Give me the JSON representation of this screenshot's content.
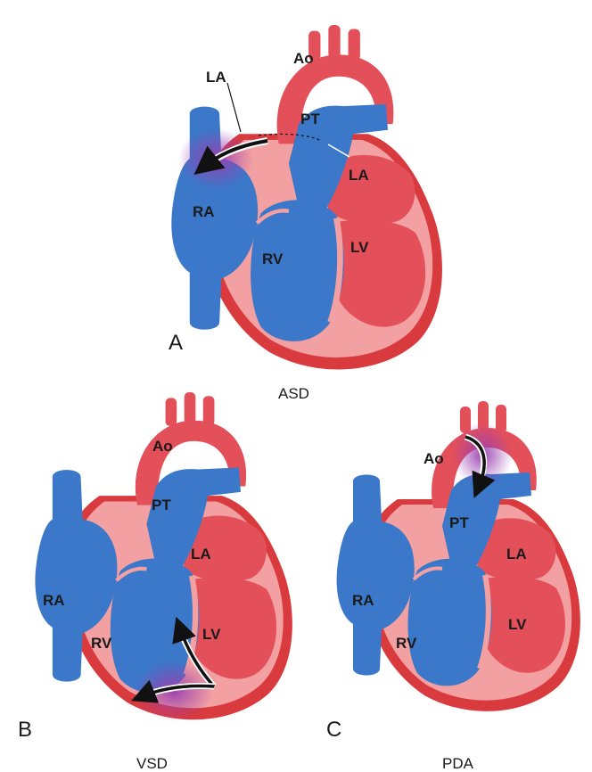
{
  "colors": {
    "oxygenated": "#e4505a",
    "oxygenated_light": "#f3a0a2",
    "deoxygenated": "#3b78c9",
    "mixing": "#9a3fb0",
    "pericardium": "#d83a3e"
  },
  "panels": [
    {
      "letter": "A",
      "caption": "ASD",
      "labels": {
        "ao": "Ao",
        "pt": "PT",
        "la": "LA",
        "la_top": "LA",
        "ra": "RA",
        "rv": "RV",
        "lv": "LV"
      }
    },
    {
      "letter": "B",
      "caption": "VSD",
      "labels": {
        "ao": "Ao",
        "pt": "PT",
        "la": "LA",
        "ra": "RA",
        "rv": "RV",
        "lv": "LV"
      }
    },
    {
      "letter": "C",
      "caption": "PDA",
      "labels": {
        "ao": "Ao",
        "pt": "PT",
        "la": "LA",
        "ra": "RA",
        "rv": "RV",
        "lv": "LV"
      }
    }
  ]
}
